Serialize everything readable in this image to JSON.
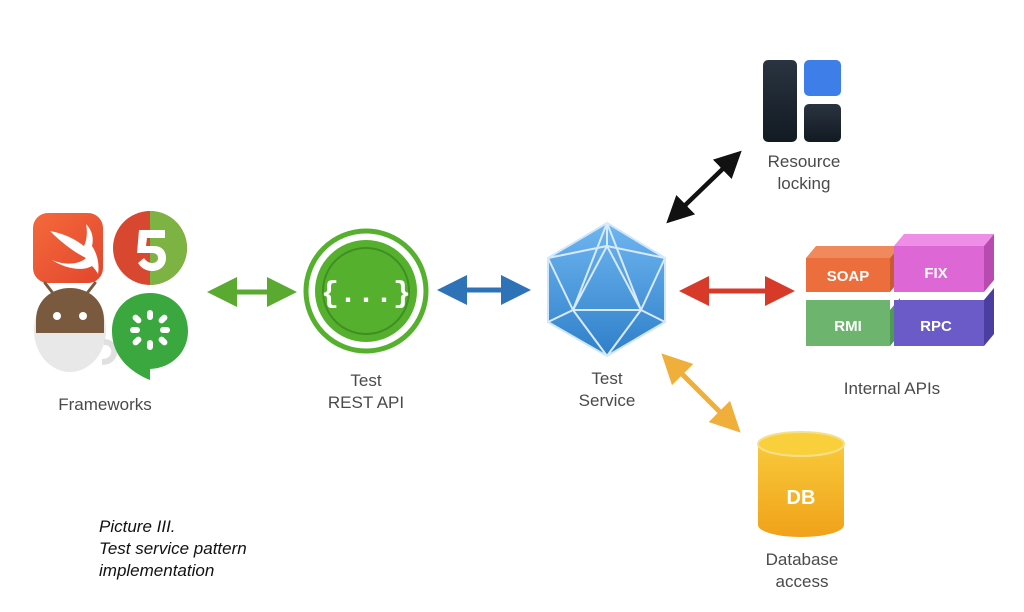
{
  "nodes": {
    "frameworks": {
      "label": "Frameworks",
      "icons": [
        "swift-icon",
        "html5-icon",
        "android-icon",
        "cucumber-icon"
      ]
    },
    "rest_api": {
      "label_line1": "Test",
      "label_line2": "REST API",
      "icon_text": "{...}"
    },
    "test_service": {
      "label_line1": "Test",
      "label_line2": "Service"
    },
    "resource_locking": {
      "label_line1": "Resource",
      "label_line2": "locking"
    },
    "internal_apis": {
      "label": "Internal APIs",
      "blocks": [
        "SOAP",
        "FIX",
        "RMI",
        "RPC"
      ]
    },
    "database": {
      "label_line1": "Database",
      "label_line2": "access",
      "icon_text": "DB"
    }
  },
  "caption": {
    "line1": "Picture III.",
    "line2": "Test service pattern",
    "line3": "implementation"
  },
  "colors": {
    "green_arrow": "#5aaa32",
    "blue_arrow": "#2e73b8",
    "black_arrow": "#111111",
    "red_arrow": "#d83a2a",
    "orange_arrow": "#f0ae3a",
    "icosahedron": "#3d8fd6",
    "rest_green": "#55b02e",
    "db_yellow": "#f4b41a"
  }
}
